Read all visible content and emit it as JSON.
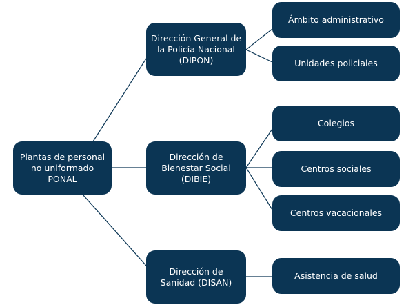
{
  "diagram": {
    "colors": {
      "node_fill": "#0b3554",
      "node_text": "#ffffff",
      "connector": "#0b3554",
      "background": "#ffffff"
    },
    "root": {
      "label": "Plantas de personal\nno uniformado PONAL"
    },
    "branches": [
      {
        "label": "Dirección General de\nla Policía Nacional\n(DIPON)",
        "children": [
          "Ámbito administrativo",
          "Unidades policiales"
        ]
      },
      {
        "label": "Dirección de\nBienestar Social\n(DIBIE)",
        "children": [
          "Colegios",
          "Centros sociales",
          "Centros vacacionales"
        ]
      },
      {
        "label": "Dirección de\nSanidad (DISAN)",
        "children": [
          "Asistencia de salud"
        ]
      }
    ]
  }
}
